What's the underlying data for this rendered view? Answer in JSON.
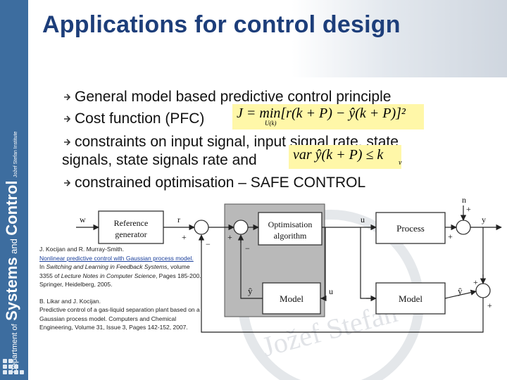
{
  "slide": {
    "title": "Applications for control design",
    "bullets": [
      "General model based predictive control principle",
      "Cost function (PFC)",
      "constraints on input signal, input signal rate, state",
      "signals, state signals rate and",
      "constrained optimisation – SAFE CONTROL"
    ],
    "formulas": {
      "cost": "J = min[r(k + P) − ŷ(k + P)]²",
      "cost_sub": "U(k)",
      "constraint": "var ŷ(k + P) ≤ k",
      "constraint_sub": "v"
    }
  },
  "sidebar": {
    "line1": "Department of",
    "line2": "Systems",
    "line3": "and",
    "line4": "Control",
    "line5": "Jožef Stefan Institute"
  },
  "diagram": {
    "reference_block": [
      "Reference",
      "generator"
    ],
    "optimisation_block": [
      "Optimisation",
      "algorithm"
    ],
    "process_block": "Process",
    "model_block_inner": "Model",
    "model_block_outer": "Model",
    "signals": {
      "w": "w",
      "r": "r",
      "u_top": "u",
      "u_mid": "u",
      "y_out": "y",
      "n": "n",
      "yhat_inner": "ŷ",
      "yhat_outer": "ŷ"
    },
    "signs": {
      "plus": "+",
      "minus": "−"
    },
    "watermark": "Jožef Stefan"
  },
  "references": {
    "ref1_authors": "J. Kocijan and R. Murray-Smith.",
    "ref1_title": "Nonlinear predictive control with Gaussian process model.",
    "ref1_in": "In",
    "ref1_book": "Switching and Learning in Feedback Systems",
    "ref1_volume_pre": ", volume 3355 of",
    "ref1_series": "Lecture Notes in Computer Science",
    "ref1_rest": ", Pages 185-200. Springer, Heidelberg, 2005.",
    "ref2_authors": "B. Likar and J. Kocijan.",
    "ref2_text": "Predictive control of a gas-liquid separation plant based on a Gaussian process model. Computers and Chemical Engineering, Volume 31, Issue 3, Pages 142-152, 2007."
  },
  "colors": {
    "title": "#1d3e7a",
    "sidebar": "#3d6d9f",
    "formula_bg": "#fff7a8",
    "opt_region": "#b9b9b9"
  }
}
